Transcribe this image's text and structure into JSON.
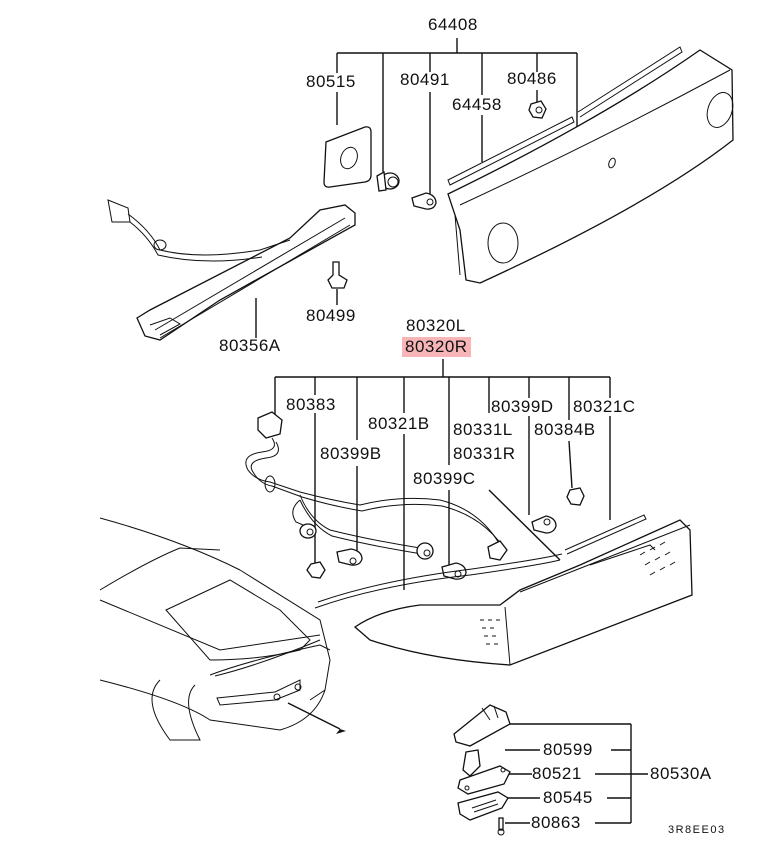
{
  "diagram": {
    "title": "Rear combination lamp / high mount stop lamp parts diagram",
    "figure_code": "3R8EE03",
    "highlight_color": "#f7b5b8",
    "groups": [
      {
        "parent": "64408",
        "children": [
          "80515",
          "80491",
          "64458",
          "80486"
        ]
      },
      {
        "parent": "80356A",
        "children": []
      },
      {
        "parent": "80499",
        "children": []
      },
      {
        "parent_left": "80320L",
        "parent_right": "80320R",
        "highlighted": "80320R",
        "children": [
          "80383",
          "80399B",
          "80321B",
          "80399C",
          "80331L",
          "80331R",
          "80399D",
          "80384B",
          "80321C"
        ]
      },
      {
        "parent": "80530A",
        "children": [
          "80599",
          "80521",
          "80545",
          "80863"
        ]
      }
    ],
    "labels": {
      "p64408": "64408",
      "p80515": "80515",
      "p80491": "80491",
      "p80486": "80486",
      "p64458": "64458",
      "p80356A": "80356A",
      "p80499": "80499",
      "p80320L": "80320L",
      "p80320R": "80320R",
      "p80383": "80383",
      "p80321B": "80321B",
      "p80399B": "80399B",
      "p80399D": "80399D",
      "p80321C": "80321C",
      "p80331L": "80331L",
      "p80331R": "80331R",
      "p80384B": "80384B",
      "p80399C": "80399C",
      "p80599": "80599",
      "p80521": "80521",
      "p80545": "80545",
      "p80863": "80863",
      "p80530A": "80530A"
    }
  }
}
